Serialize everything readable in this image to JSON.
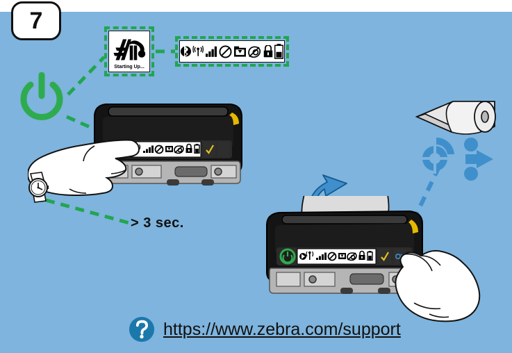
{
  "step": {
    "number": "7"
  },
  "colors": {
    "background": "#7eb4dd",
    "callout_green": "#22a550",
    "callout_blue": "#3f8fcc",
    "power_green": "#2fab4f",
    "check_yellow": "#e8c21a",
    "printer_black": "#141414",
    "paper_gray": "#d9d9d9"
  },
  "splash": {
    "logo_name": "zebra-logo",
    "text": "Starting Up..."
  },
  "status_bar": {
    "label": "printer-status-icons",
    "icons": [
      {
        "name": "bluetooth-icon",
        "label": "Bluetooth"
      },
      {
        "name": "wifi-antenna-icon",
        "label": "Wireless antenna"
      },
      {
        "name": "signal-strength-icon",
        "label": "Signal strength"
      },
      {
        "name": "no-media-icon",
        "label": "Media out"
      },
      {
        "name": "head-open-icon",
        "label": "Print head open"
      },
      {
        "name": "ribbon-icon",
        "label": "Ribbon"
      },
      {
        "name": "lock-icon",
        "label": "Lock"
      },
      {
        "name": "battery-icon",
        "label": "Battery"
      }
    ]
  },
  "printer_top": {
    "name": "printer-power-on",
    "power_button": {
      "name": "power-button",
      "state": "pressed"
    },
    "check_button": {
      "name": "check-button",
      "symbol": "check"
    },
    "feed_button": {
      "name": "feed-button"
    }
  },
  "printer_bottom": {
    "name": "printer-media-feed",
    "power_button": {
      "name": "power-button"
    },
    "check_button": {
      "name": "check-button",
      "symbol": "check"
    },
    "feed_button": {
      "name": "feed-button",
      "state": "highlighted"
    }
  },
  "hold_duration": {
    "label": "> 3 sec."
  },
  "watch": {
    "name": "wristwatch-icon"
  },
  "media_roll": {
    "name": "paper-roll-icon"
  },
  "media_calibrate": {
    "name": "media-calibration-icon"
  },
  "feed_arrow": {
    "name": "paper-feed-arrow"
  },
  "footer": {
    "help_icon": "question-mark-icon",
    "url": "https://www.zebra.com/support"
  }
}
